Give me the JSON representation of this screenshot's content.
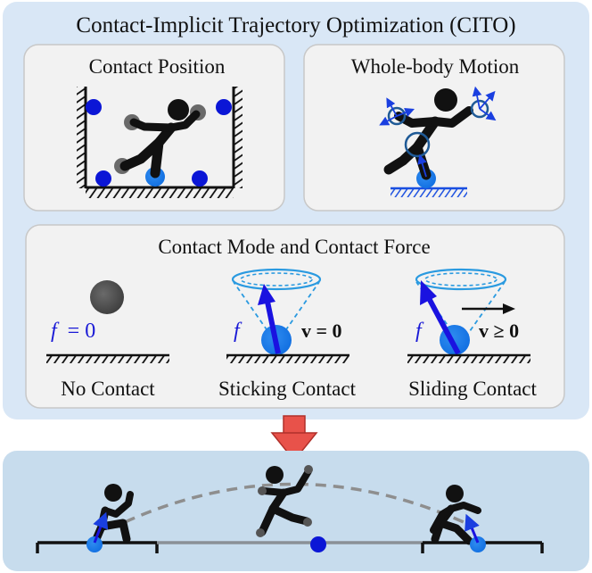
{
  "header": {
    "title": "Contact-Implicit Trajectory Optimization (CITO)"
  },
  "panels": {
    "contact_position": {
      "title": "Contact Position"
    },
    "whole_body": {
      "title": "Whole-body Motion"
    },
    "mode_force": {
      "title": "Contact Mode and Contact Force"
    }
  },
  "modes": [
    {
      "label": "No Contact",
      "force_symbol": "f",
      "force_eq": "= 0",
      "velocity_text": ""
    },
    {
      "label": "Sticking Contact",
      "force_symbol": "f",
      "force_eq": "",
      "velocity_text": "v = 0"
    },
    {
      "label": "Sliding Contact",
      "force_symbol": "f",
      "force_eq": "",
      "velocity_text": "v ≥ 0"
    }
  ],
  "colors": {
    "outer_panel": "#d9e7f6",
    "inner_panel": "#f2f2f2",
    "contact_blue": "#1a73e8",
    "dark_blue": "#0b16d6",
    "arrow_red": "#e8524a",
    "bottom_panel": "#c7dced",
    "figure": "#111111"
  },
  "icons": {
    "down_arrow": "red-down-arrow-icon",
    "friction_cone": "friction-cone-icon",
    "runner": "runner-figure-icon"
  }
}
